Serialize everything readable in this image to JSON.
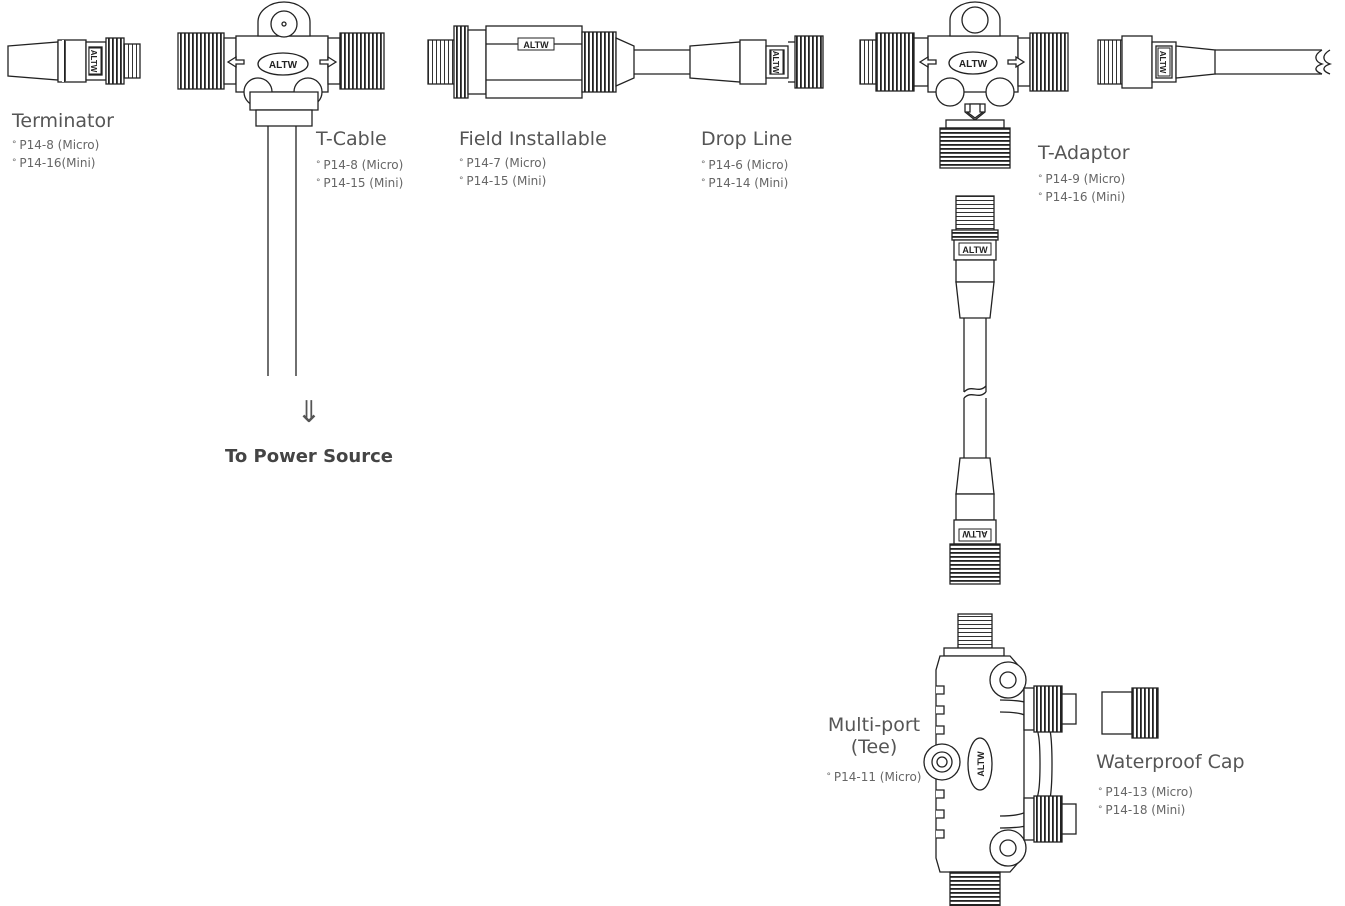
{
  "brand": "ALTW",
  "terminator": {
    "title": "Terminator",
    "refs": [
      "P14-8 (Micro)",
      "P14-16(Mini)"
    ]
  },
  "tcable": {
    "title": "T-Cable",
    "refs": [
      "P14-8 (Micro)",
      "P14-15 (Mini)"
    ]
  },
  "field": {
    "title": "Field Installable",
    "refs": [
      "P14-7 (Micro)",
      "P14-15 (Mini)"
    ]
  },
  "drop": {
    "title": "Drop Line",
    "refs": [
      "P14-6 (Micro)",
      "P14-14  (Mini)"
    ]
  },
  "tadaptor": {
    "title": "T-Adaptor",
    "refs": [
      "P14-9 (Micro)",
      "P14-16  (Mini)"
    ]
  },
  "power": {
    "arrow": "⇓",
    "label": "To Power Source"
  },
  "multiport": {
    "title_1": "Multi-port",
    "title_2": "(Tee)",
    "refs": [
      "P14-11 (Micro)"
    ]
  },
  "cap": {
    "title": "Waterproof Cap",
    "refs": [
      "P14-13 (Micro)",
      "P14-18 (Mini)"
    ]
  }
}
